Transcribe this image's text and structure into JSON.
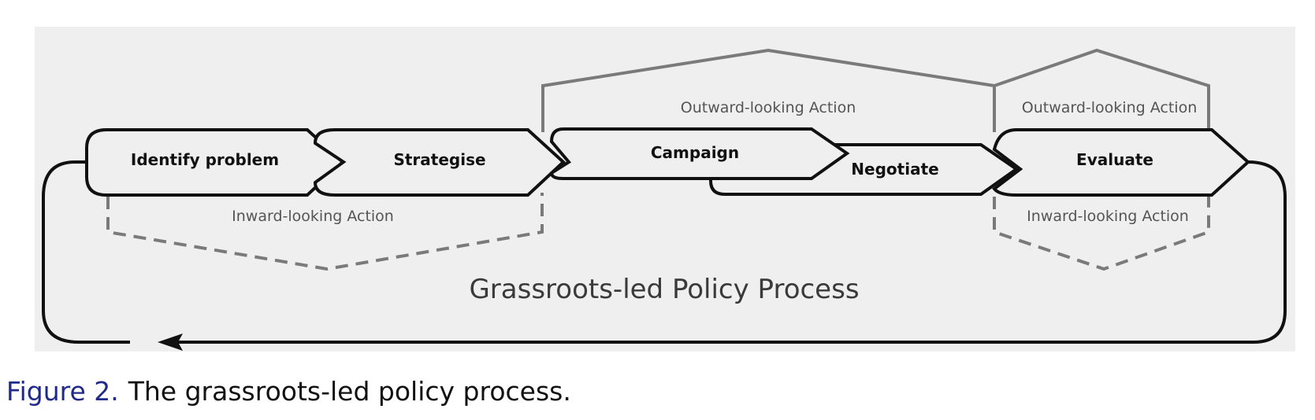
{
  "diagram": {
    "stages": [
      {
        "id": "identify",
        "label": "Identify problem"
      },
      {
        "id": "strategise",
        "label": "Strategise"
      },
      {
        "id": "campaign",
        "label": "Campaign"
      },
      {
        "id": "negotiate",
        "label": "Negotiate"
      },
      {
        "id": "evaluate",
        "label": "Evaluate"
      }
    ],
    "groups": {
      "outward_1": "Outward-looking Action",
      "outward_2": "Outward-looking Action",
      "inward_1": "Inward-looking Action",
      "inward_2": "Inward-looking Action"
    },
    "process_title": "Grassroots-led Policy Process"
  },
  "caption": {
    "figure_label": "Figure 2.",
    "text": "The grassroots-led policy process."
  },
  "colors": {
    "background": "#efefef",
    "stage_outline": "#111111",
    "bracket": "#7a7a7a",
    "figure_label": "#1f2a8a"
  }
}
